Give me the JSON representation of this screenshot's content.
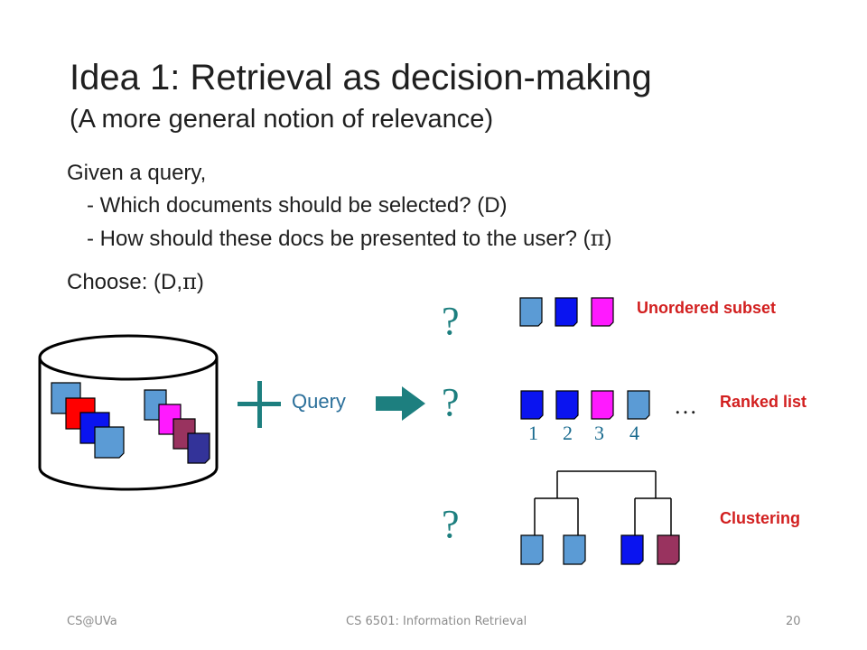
{
  "slide": {
    "title": "Idea 1: Retrieval as decision-making",
    "subtitle": "(A more general notion of relevance)",
    "given": "Given a query,",
    "q1": "- Which documents should be selected?  (D)",
    "q2_prefix": "- How should these docs be presented to the user? (",
    "q2_suffix": ")",
    "choose_prefix": "Choose: (D,",
    "choose_suffix": ")",
    "pi": "π",
    "query_label": "Query",
    "question_mark": "?",
    "options": [
      {
        "label": "Unordered subset"
      },
      {
        "label": "Ranked list"
      },
      {
        "label": "Clustering"
      }
    ],
    "rank_numbers": [
      "1",
      "2",
      "3",
      "4"
    ],
    "ellipsis": "…"
  },
  "footer": {
    "left": "CS@UVa",
    "center": "CS 6501: Information Retrieval",
    "page": "20"
  },
  "colors": {
    "light_blue": "#5b9bd5",
    "blue": "#0a14f0",
    "magenta": "#ff1aff",
    "red": "#ff0000",
    "maroon": "#99335f",
    "navy": "#333399",
    "teal": "#1d7f7f",
    "label_red": "#d21f1f"
  }
}
